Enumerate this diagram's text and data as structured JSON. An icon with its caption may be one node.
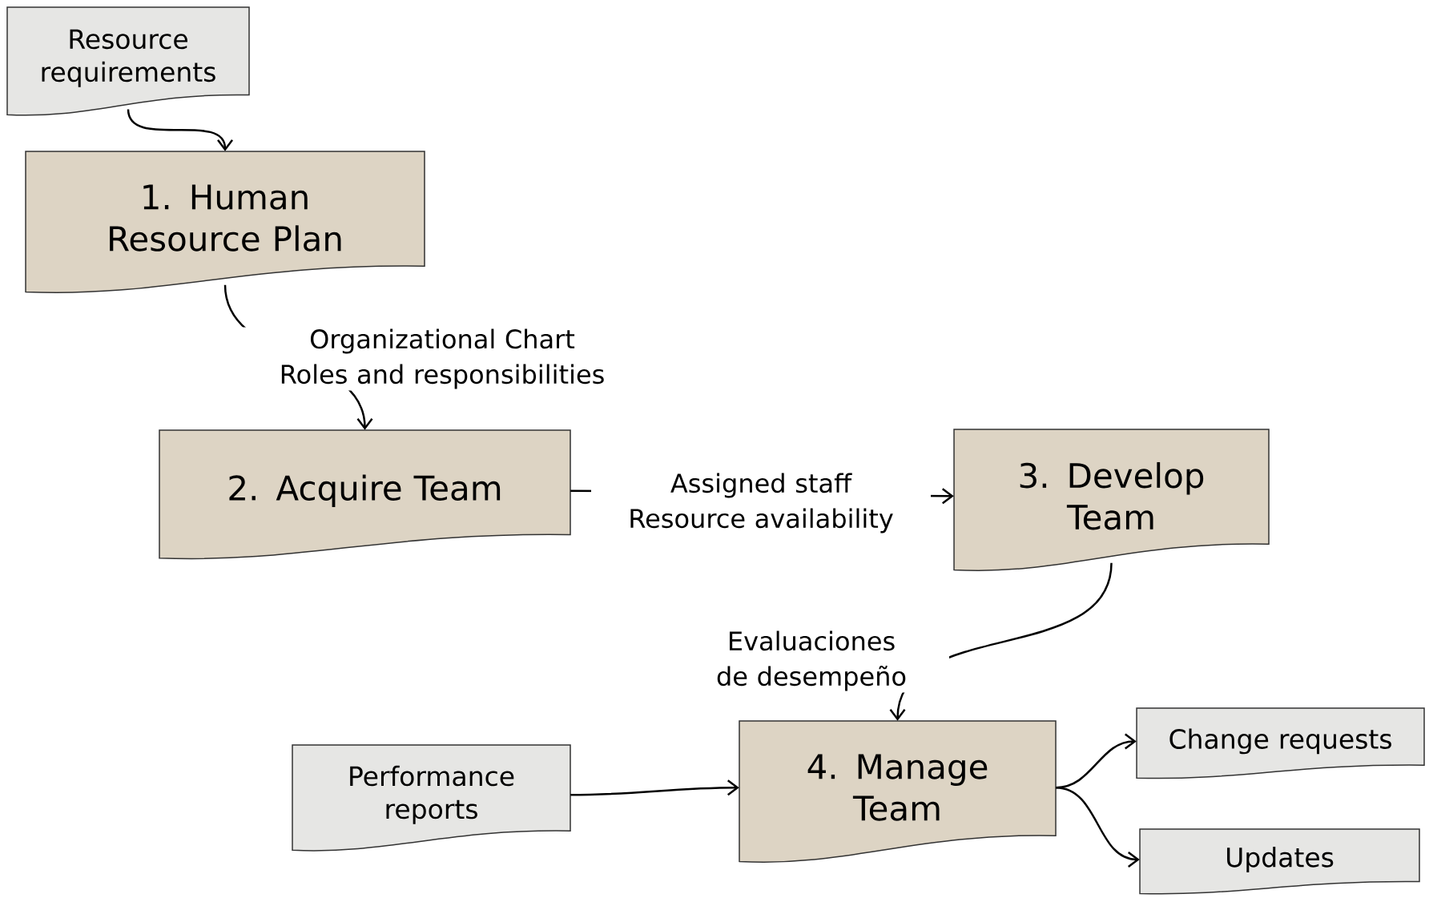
{
  "diagram": {
    "nodes": [
      {
        "text": [
          "Resource requirements"
        ]
      },
      {
        "text": [
          "1. Human Resource Plan"
        ]
      },
      {
        "text": [
          "2. Acquire Team"
        ]
      },
      {
        "text": [
          "3. Develop Team"
        ]
      },
      {
        "text": [
          "Performance reports"
        ]
      },
      {
        "text": [
          "4. Manage Team"
        ]
      },
      {
        "text": [
          "Change requests"
        ]
      },
      {
        "text": [
          "Updates"
        ]
      }
    ],
    "edges": [
      {
        "from": 0,
        "to": 1,
        "arrow": "to"
      },
      {
        "from": 1,
        "to": 2,
        "arrow": "to",
        "label": "Organizational Chart Roles and responsibilities"
      },
      {
        "from": 2,
        "to": 3,
        "arrow": "to",
        "label": "Assigned staff Resource availability"
      },
      {
        "from": 3,
        "to": 5,
        "arrow": "to",
        "label": "Evaluaciones de desempeño"
      },
      {
        "from": 4,
        "to": 5,
        "arrow": "to"
      },
      {
        "from": 5,
        "to": 6,
        "arrow": "to"
      },
      {
        "from": 5,
        "to": 7,
        "arrow": "to"
      }
    ]
  }
}
